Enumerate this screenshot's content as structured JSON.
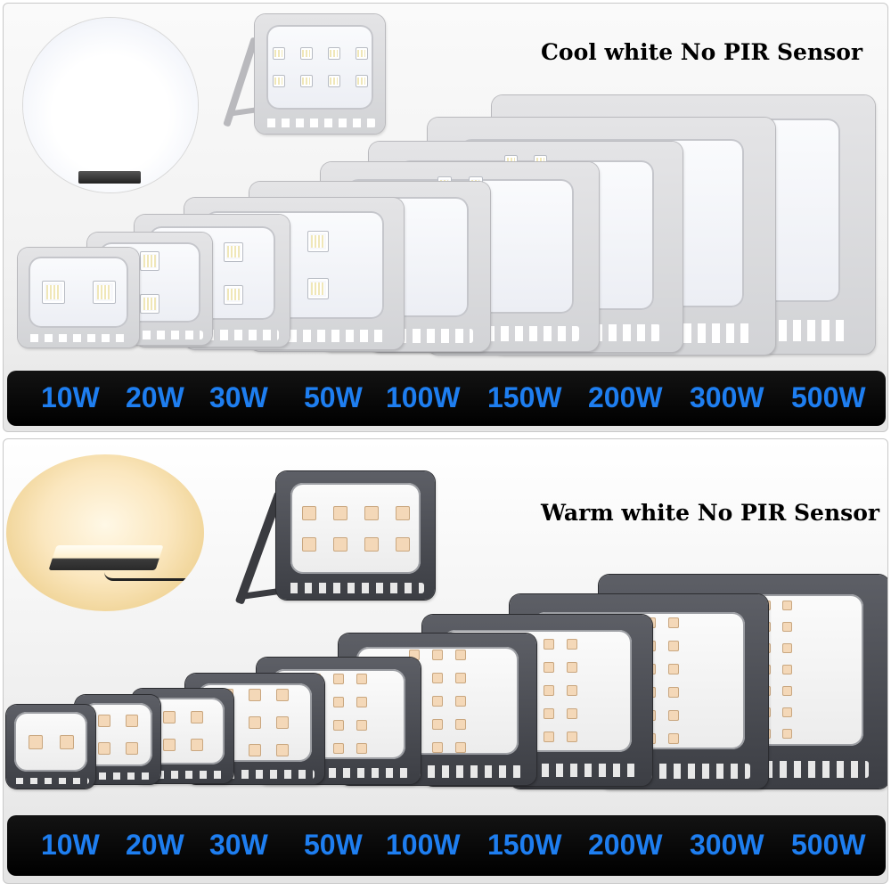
{
  "sections": [
    {
      "id": "cool",
      "heading": "Cool white No PIR Sensor",
      "light_color": "#ffffff",
      "housing_color": "#d6d6d8",
      "wattages": [
        "10W",
        "20W",
        "30W",
        "50W",
        "100W",
        "150W",
        "200W",
        "300W",
        "500W"
      ]
    },
    {
      "id": "warm",
      "heading": "Warm white No PIR Sensor",
      "light_color": "#f8e2b0",
      "housing_color": "#4a4c52",
      "wattages": [
        "10W",
        "20W",
        "30W",
        "50W",
        "100W",
        "150W",
        "200W",
        "300W",
        "500W"
      ]
    }
  ],
  "label_color": "#1e7ef0",
  "label_bar_color": "#000000"
}
